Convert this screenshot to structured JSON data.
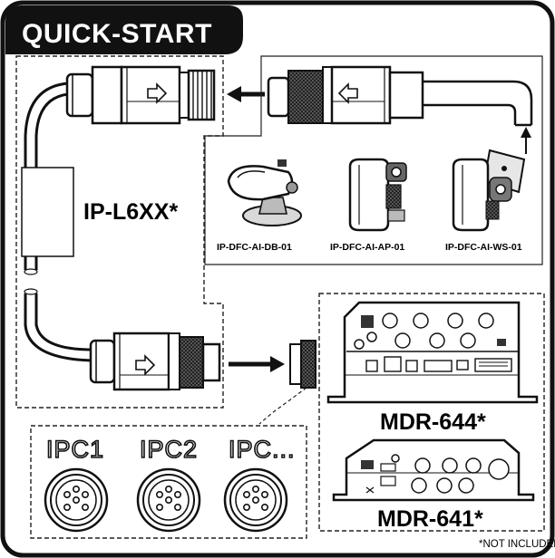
{
  "header": {
    "title": "QUICK-START"
  },
  "cable": {
    "label": "IP-L6XX*"
  },
  "cameras": [
    {
      "model": "IP-DFC-AI-DB-01"
    },
    {
      "model": "IP-DFC-AI-AP-01"
    },
    {
      "model": "IP-DFC-AI-WS-01"
    }
  ],
  "recorders": [
    {
      "model": "MDR-644*"
    },
    {
      "model": "MDR-641*"
    }
  ],
  "ports": [
    {
      "label": "IPC1"
    },
    {
      "label": "IPC2"
    },
    {
      "label": "IPC..."
    }
  ],
  "footnote": "*NOT INCLUDED",
  "colors": {
    "frame": "#111111",
    "background": "#ffffff",
    "title_text": "#ffffff"
  }
}
